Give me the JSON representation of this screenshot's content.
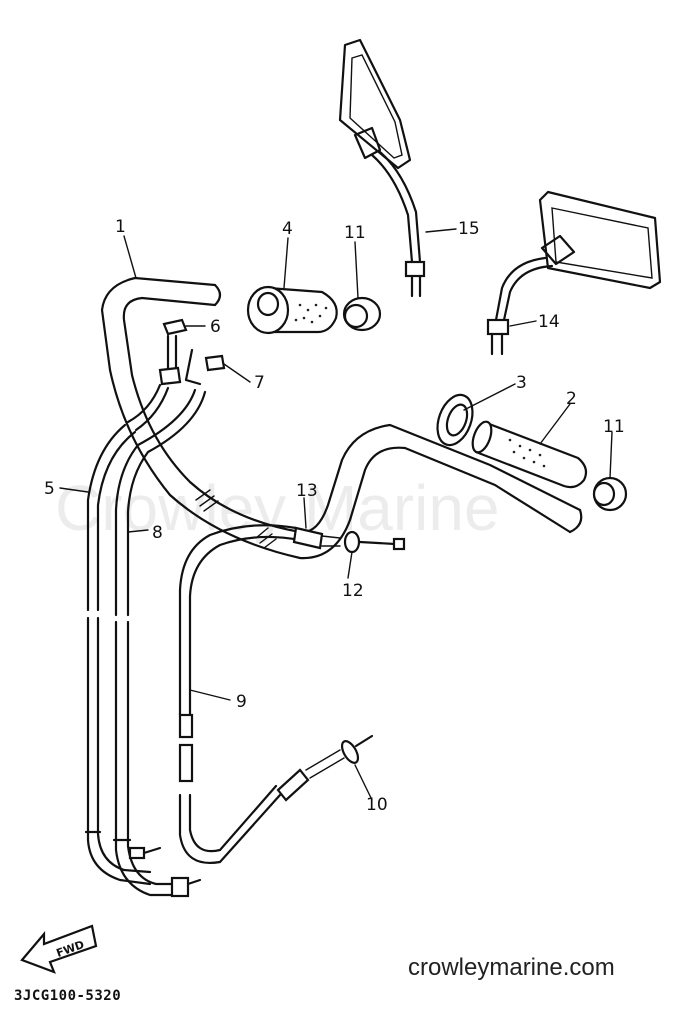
{
  "watermark": "Crowley Marine",
  "site_url": "crowleymarine.com",
  "diagram_code": "3JCG100-5320",
  "fwd_label": "FWD",
  "callouts": {
    "c1": "1",
    "c2": "2",
    "c3": "3",
    "c4": "4",
    "c5": "5",
    "c6": "6",
    "c7": "7",
    "c8": "8",
    "c9": "9",
    "c10": "10",
    "c11a": "11",
    "c11b": "11",
    "c12": "12",
    "c13": "13",
    "c14": "14",
    "c15": "15"
  }
}
